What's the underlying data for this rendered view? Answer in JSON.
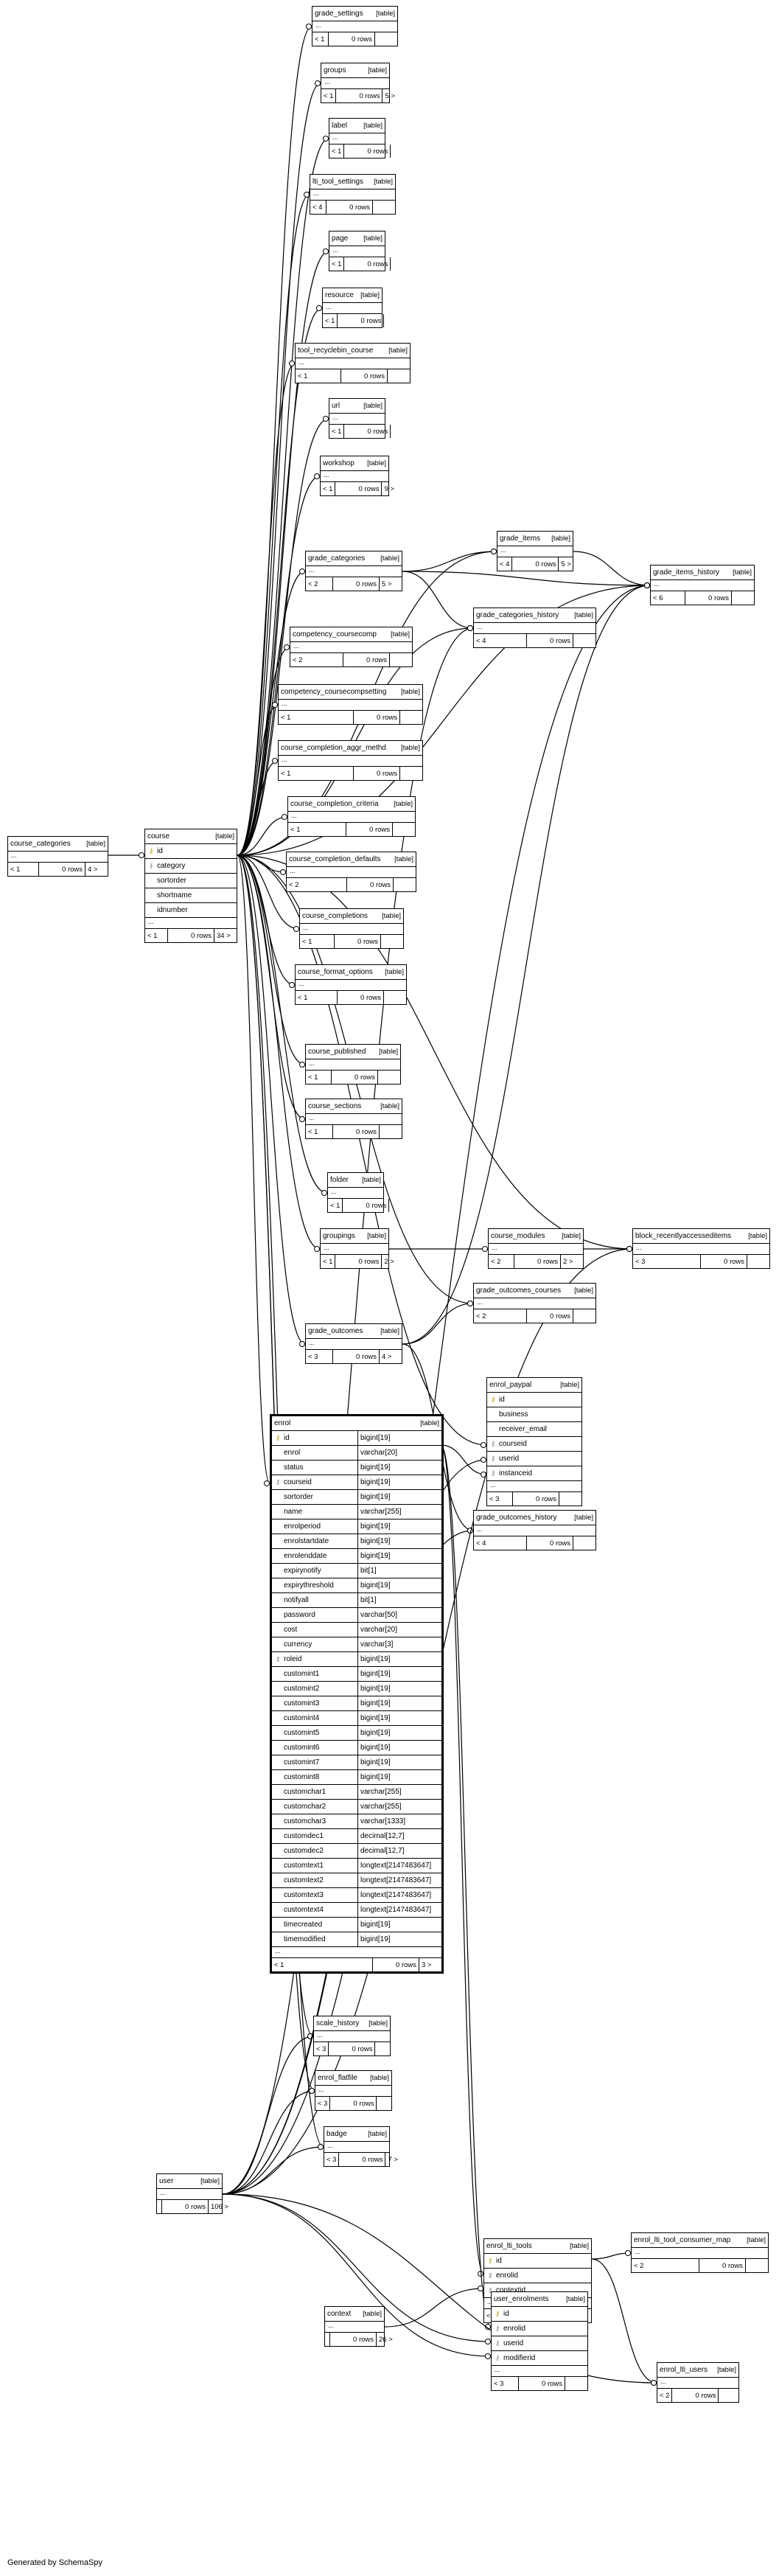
{
  "footer": "Generated by SchemaSpy",
  "tables": [
    {
      "id": "grade_settings",
      "name": "grade_settings",
      "kind": "[table]",
      "parents": "< 1",
      "rows": "0 rows",
      "children": ""
    },
    {
      "id": "groups",
      "name": "groups",
      "kind": "[table]",
      "parents": "< 1",
      "rows": "0 rows",
      "children": "5 >"
    },
    {
      "id": "label",
      "name": "label",
      "kind": "[table]",
      "parents": "< 1",
      "rows": "0 rows",
      "children": ""
    },
    {
      "id": "lti_tool_settings",
      "name": "lti_tool_settings",
      "kind": "[table]",
      "parents": "< 4",
      "rows": "0 rows",
      "children": ""
    },
    {
      "id": "page",
      "name": "page",
      "kind": "[table]",
      "parents": "< 1",
      "rows": "0 rows",
      "children": ""
    },
    {
      "id": "resource",
      "name": "resource",
      "kind": "[table]",
      "parents": "< 1",
      "rows": "0 rows",
      "children": ""
    },
    {
      "id": "tool_recyclebin_course",
      "name": "tool_recyclebin_course",
      "kind": "[table]",
      "parents": "< 1",
      "rows": "0 rows",
      "children": ""
    },
    {
      "id": "url",
      "name": "url",
      "kind": "[table]",
      "parents": "< 1",
      "rows": "0 rows",
      "children": ""
    },
    {
      "id": "workshop",
      "name": "workshop",
      "kind": "[table]",
      "parents": "< 1",
      "rows": "0 rows",
      "children": "9 >"
    },
    {
      "id": "grade_items",
      "name": "grade_items",
      "kind": "[table]",
      "parents": "< 4",
      "rows": "0 rows",
      "children": "5 >"
    },
    {
      "id": "grade_categories",
      "name": "grade_categories",
      "kind": "[table]",
      "parents": "< 2",
      "rows": "0 rows",
      "children": "5 >"
    },
    {
      "id": "grade_items_history",
      "name": "grade_items_history",
      "kind": "[table]",
      "parents": "< 6",
      "rows": "0 rows",
      "children": ""
    },
    {
      "id": "grade_categories_history",
      "name": "grade_categories_history",
      "kind": "[table]",
      "parents": "< 4",
      "rows": "0 rows",
      "children": ""
    },
    {
      "id": "competency_coursecomp",
      "name": "competency_coursecomp",
      "kind": "[table]",
      "parents": "< 2",
      "rows": "0 rows",
      "children": ""
    },
    {
      "id": "competency_coursecompsetting",
      "name": "competency_coursecompsetting",
      "kind": "[table]",
      "parents": "< 1",
      "rows": "0 rows",
      "children": ""
    },
    {
      "id": "course_completion_aggr_methd",
      "name": "course_completion_aggr_methd",
      "kind": "[table]",
      "parents": "< 1",
      "rows": "0 rows",
      "children": ""
    },
    {
      "id": "course_completion_criteria",
      "name": "course_completion_criteria",
      "kind": "[table]",
      "parents": "< 1",
      "rows": "0 rows",
      "children": ""
    },
    {
      "id": "course_completion_defaults",
      "name": "course_completion_defaults",
      "kind": "[table]",
      "parents": "< 2",
      "rows": "0 rows",
      "children": ""
    },
    {
      "id": "course_completions",
      "name": "course_completions",
      "kind": "[table]",
      "parents": "< 1",
      "rows": "0 rows",
      "children": ""
    },
    {
      "id": "course_format_options",
      "name": "course_format_options",
      "kind": "[table]",
      "parents": "< 1",
      "rows": "0 rows",
      "children": ""
    },
    {
      "id": "course_published",
      "name": "course_published",
      "kind": "[table]",
      "parents": "< 1",
      "rows": "0 rows",
      "children": ""
    },
    {
      "id": "course_sections",
      "name": "course_sections",
      "kind": "[table]",
      "parents": "< 1",
      "rows": "0 rows",
      "children": ""
    },
    {
      "id": "folder",
      "name": "folder",
      "kind": "[table]",
      "parents": "< 1",
      "rows": "0 rows",
      "children": ""
    },
    {
      "id": "groupings",
      "name": "groupings",
      "kind": "[table]",
      "parents": "< 1",
      "rows": "0 rows",
      "children": "2 >"
    },
    {
      "id": "course_modules",
      "name": "course_modules",
      "kind": "[table]",
      "parents": "< 2",
      "rows": "0 rows",
      "children": "2 >"
    },
    {
      "id": "block_recentlyaccesseditems",
      "name": "block_recentlyaccesseditems",
      "kind": "[table]",
      "parents": "< 3",
      "rows": "0 rows",
      "children": ""
    },
    {
      "id": "grade_outcomes_courses",
      "name": "grade_outcomes_courses",
      "kind": "[table]",
      "parents": "< 2",
      "rows": "0 rows",
      "children": ""
    },
    {
      "id": "grade_outcomes",
      "name": "grade_outcomes",
      "kind": "[table]",
      "parents": "< 3",
      "rows": "0 rows",
      "children": "4 >"
    },
    {
      "id": "grade_outcomes_history",
      "name": "grade_outcomes_history",
      "kind": "[table]",
      "parents": "< 4",
      "rows": "0 rows",
      "children": ""
    },
    {
      "id": "course_categories",
      "name": "course_categories",
      "kind": "[table]",
      "parents": "< 1",
      "rows": "0 rows",
      "children": "4 >"
    },
    {
      "id": "scale_history",
      "name": "scale_history",
      "kind": "[table]",
      "parents": "< 3",
      "rows": "0 rows",
      "children": ""
    },
    {
      "id": "enrol_flatfile",
      "name": "enrol_flatfile",
      "kind": "[table]",
      "parents": "< 3",
      "rows": "0 rows",
      "children": ""
    },
    {
      "id": "badge",
      "name": "badge",
      "kind": "[table]",
      "parents": "< 3",
      "rows": "0 rows",
      "children": "7 >"
    },
    {
      "id": "user",
      "name": "user",
      "kind": "[table]",
      "parents": "",
      "rows": "0 rows",
      "children": "106 >"
    },
    {
      "id": "context",
      "name": "context",
      "kind": "[table]",
      "parents": "",
      "rows": "0 rows",
      "children": "26 >"
    },
    {
      "id": "enrol_lti_tool_consumer_map",
      "name": "enrol_lti_tool_consumer_map",
      "kind": "[table]",
      "parents": "< 2",
      "rows": "0 rows",
      "children": ""
    },
    {
      "id": "enrol_lti_users",
      "name": "enrol_lti_users",
      "kind": "[table]",
      "parents": "< 2",
      "rows": "0 rows",
      "children": ""
    }
  ],
  "course": {
    "name": "course",
    "kind": "[table]",
    "columns": [
      {
        "key": "pk",
        "name": "id"
      },
      {
        "key": "fk",
        "name": "category"
      },
      {
        "key": "",
        "name": "sortorder"
      },
      {
        "key": "",
        "name": "shortname"
      },
      {
        "key": "",
        "name": "idnumber"
      }
    ],
    "parents": "< 1",
    "rows": "0 rows",
    "children": "34 >"
  },
  "enrol_paypal": {
    "name": "enrol_paypal",
    "kind": "[table]",
    "columns": [
      {
        "key": "pk",
        "name": "id"
      },
      {
        "key": "",
        "name": "business"
      },
      {
        "key": "",
        "name": "receiver_email"
      },
      {
        "key": "fk",
        "name": "courseid"
      },
      {
        "key": "fk",
        "name": "userid"
      },
      {
        "key": "fk",
        "name": "instanceid"
      }
    ],
    "parents": "< 3",
    "rows": "0 rows",
    "children": ""
  },
  "enrol_lti_tools": {
    "name": "enrol_lti_tools",
    "kind": "[table]",
    "columns": [
      {
        "key": "pk",
        "name": "id"
      },
      {
        "key": "fk",
        "name": "enrolid"
      },
      {
        "key": "fk",
        "name": "contextid"
      }
    ],
    "parents": "< 2",
    "rows": "0 rows",
    "children": "2 >"
  },
  "user_enrolments": {
    "name": "user_enrolments",
    "kind": "[table]",
    "columns": [
      {
        "key": "pk",
        "name": "id"
      },
      {
        "key": "fk",
        "name": "enrolid"
      },
      {
        "key": "fk",
        "name": "userid"
      },
      {
        "key": "fk",
        "name": "modifierid"
      }
    ],
    "parents": "< 3",
    "rows": "0 rows",
    "children": ""
  },
  "enrol": {
    "name": "enrol",
    "kind": "[table]",
    "columns": [
      {
        "key": "pk",
        "name": "id",
        "type": "bigint[19]"
      },
      {
        "key": "",
        "name": "enrol",
        "type": "varchar[20]"
      },
      {
        "key": "",
        "name": "status",
        "type": "bigint[19]"
      },
      {
        "key": "fk",
        "name": "courseid",
        "type": "bigint[19]"
      },
      {
        "key": "",
        "name": "sortorder",
        "type": "bigint[19]"
      },
      {
        "key": "",
        "name": "name",
        "type": "varchar[255]"
      },
      {
        "key": "",
        "name": "enrolperiod",
        "type": "bigint[19]"
      },
      {
        "key": "",
        "name": "enrolstartdate",
        "type": "bigint[19]"
      },
      {
        "key": "",
        "name": "enrolenddate",
        "type": "bigint[19]"
      },
      {
        "key": "",
        "name": "expirynotify",
        "type": "bit[1]"
      },
      {
        "key": "",
        "name": "expirythreshold",
        "type": "bigint[19]"
      },
      {
        "key": "",
        "name": "notifyall",
        "type": "bit[1]"
      },
      {
        "key": "",
        "name": "password",
        "type": "varchar[50]"
      },
      {
        "key": "",
        "name": "cost",
        "type": "varchar[20]"
      },
      {
        "key": "",
        "name": "currency",
        "type": "varchar[3]"
      },
      {
        "key": "fk",
        "name": "roleid",
        "type": "bigint[19]"
      },
      {
        "key": "",
        "name": "customint1",
        "type": "bigint[19]"
      },
      {
        "key": "",
        "name": "customint2",
        "type": "bigint[19]"
      },
      {
        "key": "",
        "name": "customint3",
        "type": "bigint[19]"
      },
      {
        "key": "",
        "name": "customint4",
        "type": "bigint[19]"
      },
      {
        "key": "",
        "name": "customint5",
        "type": "bigint[19]"
      },
      {
        "key": "",
        "name": "customint6",
        "type": "bigint[19]"
      },
      {
        "key": "",
        "name": "customint7",
        "type": "bigint[19]"
      },
      {
        "key": "",
        "name": "customint8",
        "type": "bigint[19]"
      },
      {
        "key": "",
        "name": "customchar1",
        "type": "varchar[255]"
      },
      {
        "key": "",
        "name": "customchar2",
        "type": "varchar[255]"
      },
      {
        "key": "",
        "name": "customchar3",
        "type": "varchar[1333]"
      },
      {
        "key": "",
        "name": "customdec1",
        "type": "decimal[12,7]"
      },
      {
        "key": "",
        "name": "customdec2",
        "type": "decimal[12,7]"
      },
      {
        "key": "",
        "name": "customtext1",
        "type": "longtext[2147483647]"
      },
      {
        "key": "",
        "name": "customtext2",
        "type": "longtext[2147483647]"
      },
      {
        "key": "",
        "name": "customtext3",
        "type": "longtext[2147483647]"
      },
      {
        "key": "",
        "name": "customtext4",
        "type": "longtext[2147483647]"
      },
      {
        "key": "",
        "name": "timecreated",
        "type": "bigint[19]"
      },
      {
        "key": "",
        "name": "timemodified",
        "type": "bigint[19]"
      }
    ],
    "parents": "< 1",
    "rows": "0 rows",
    "children": "3 >"
  },
  "icons": {
    "pk": "key-icon",
    "fk": "foreign-key-icon"
  },
  "colors": {
    "line": "#000000",
    "pk_icon": "#c9a400",
    "fk_icon": "#8a8a8a"
  }
}
